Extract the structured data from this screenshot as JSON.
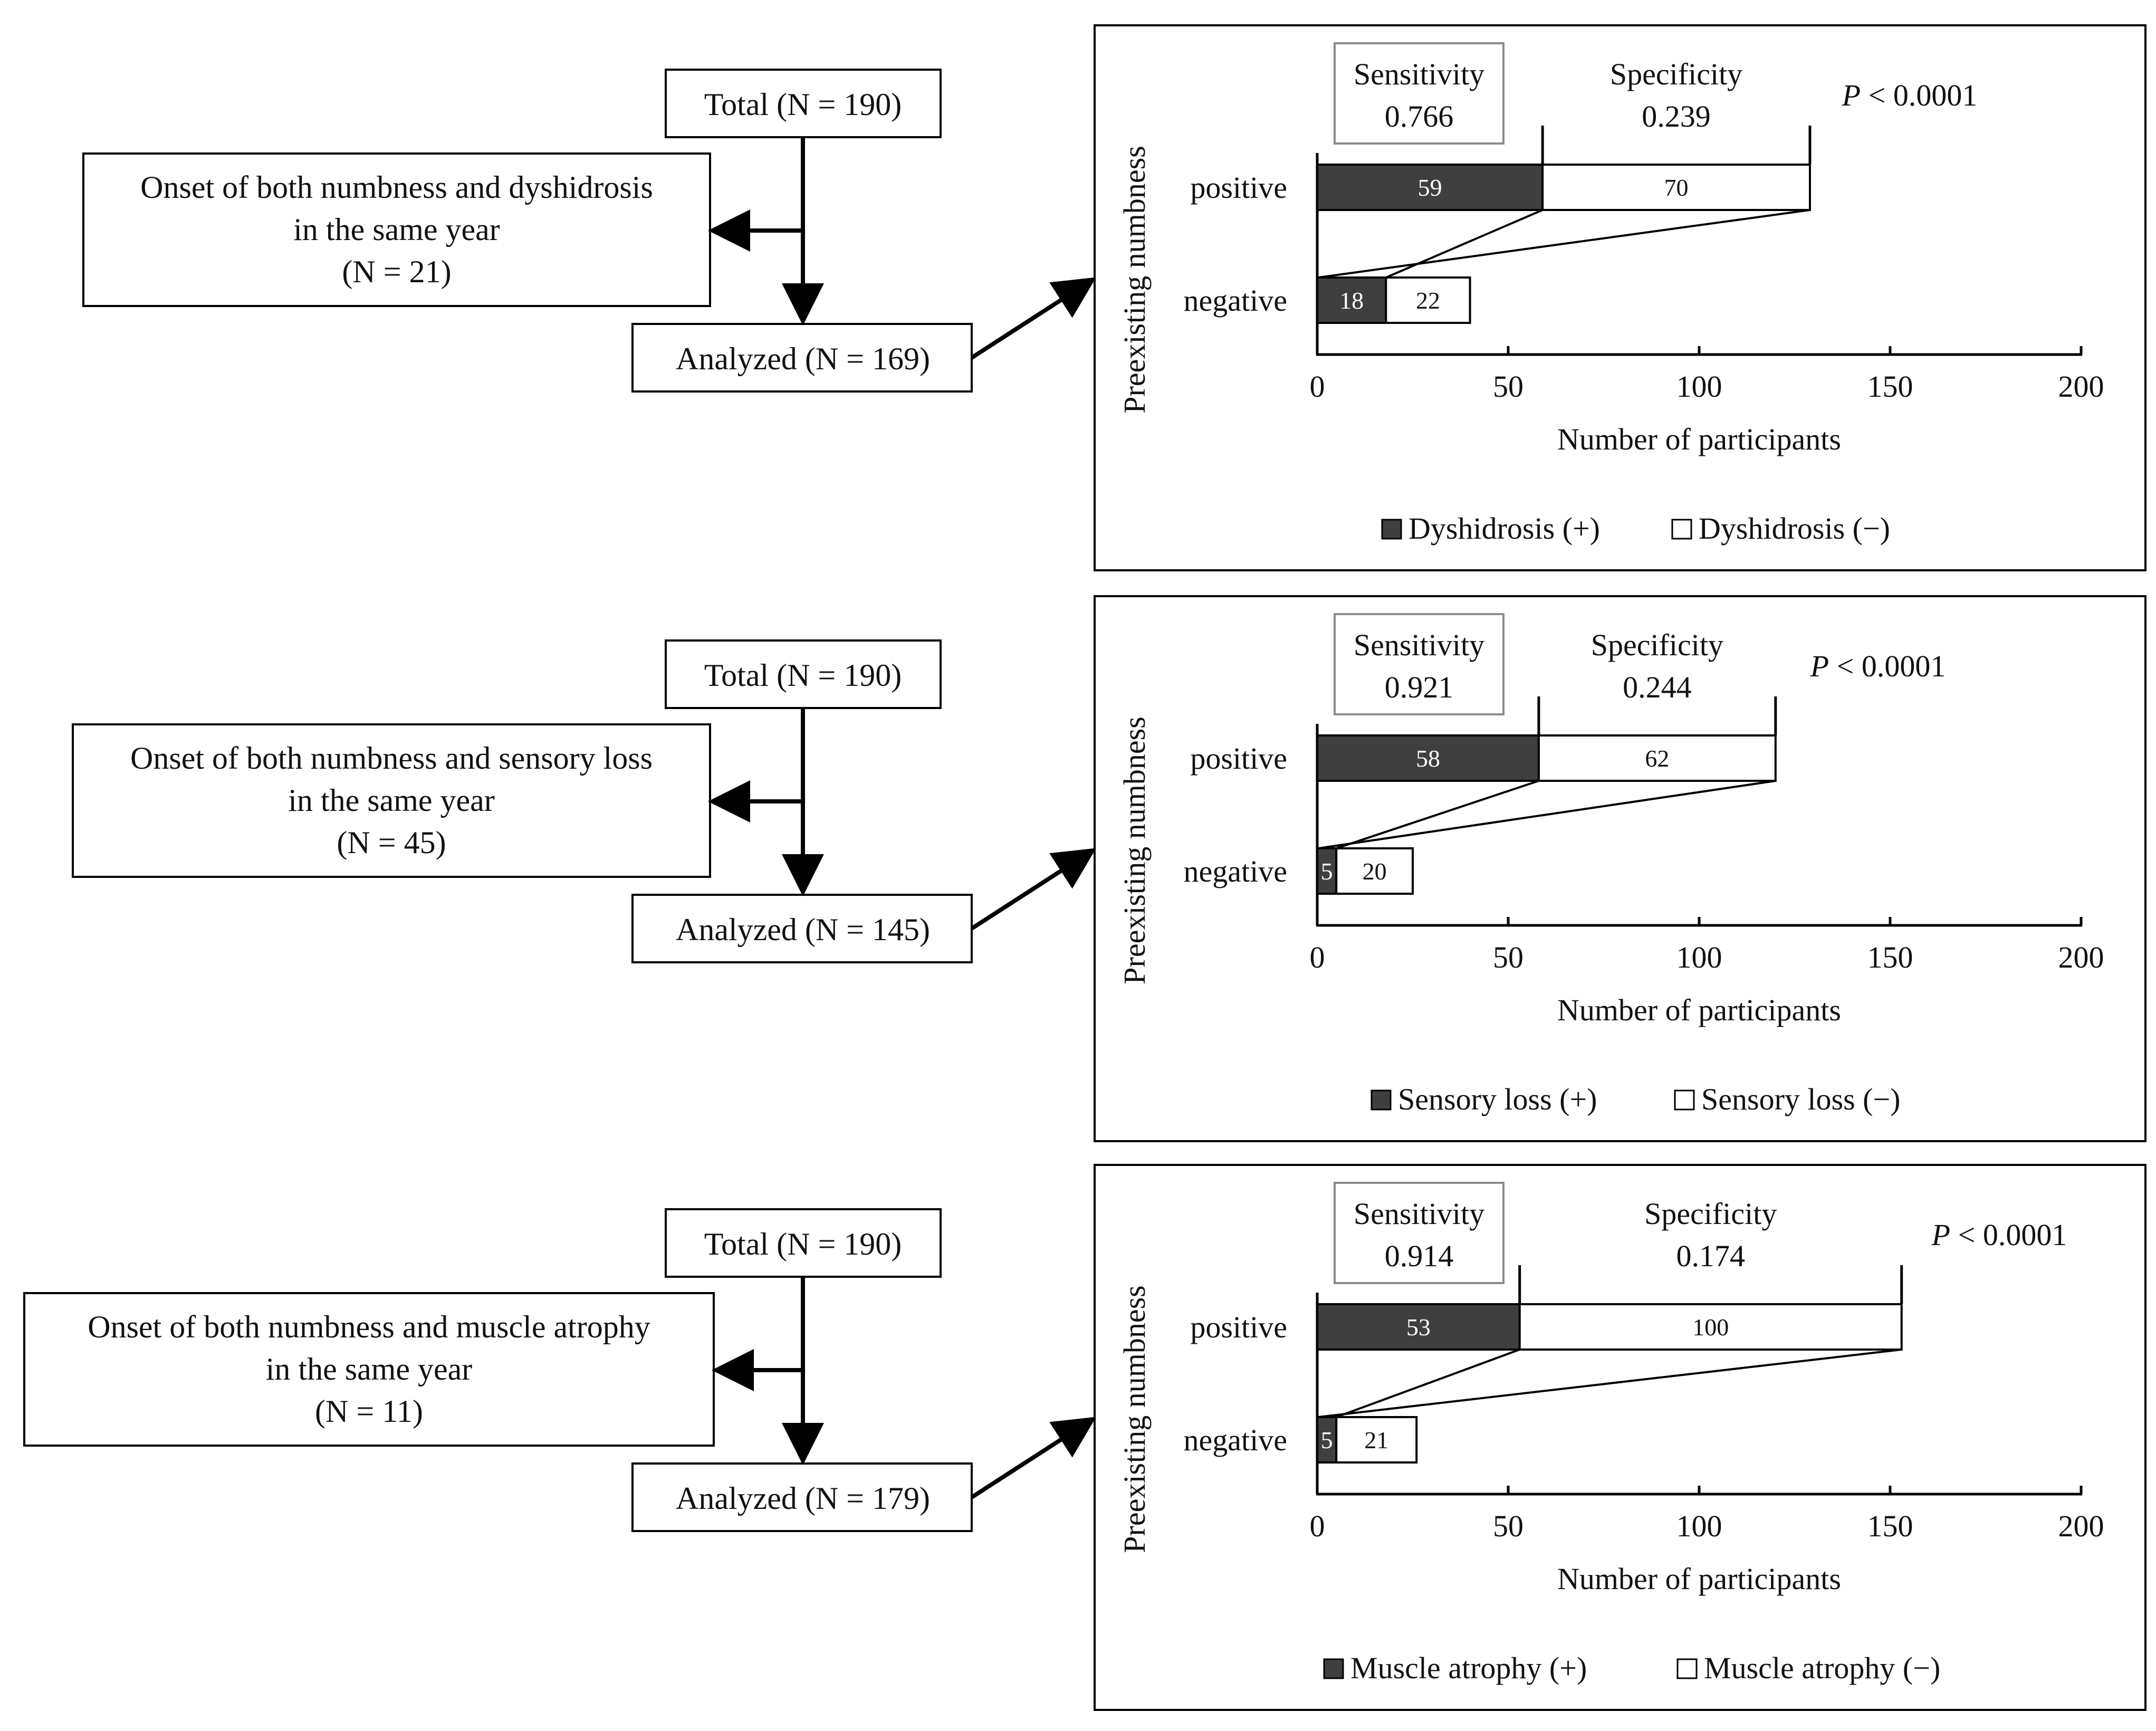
{
  "colors": {
    "positive_fill": "#3f3f3f",
    "negative_fill": "#ffffff",
    "line": "#000000",
    "sens_box_border": "#8c8c8c"
  },
  "panels": [
    {
      "flow": {
        "total": "Total (N = 190)",
        "excluded_lines": [
          "Onset of both numbness and dyshidrosis",
          "in the same year",
          "(N = 21)"
        ],
        "analyzed": "Analyzed (N = 169)"
      },
      "stats": {
        "sensitivity_label": "Sensitivity",
        "sensitivity_value": "0.766",
        "specificity_label": "Specificity",
        "specificity_value": "0.239",
        "p_symbol": "P",
        "p_rest": " < 0.0001"
      }
    },
    {
      "flow": {
        "total": "Total (N = 190)",
        "excluded_lines": [
          "Onset of both numbness and sensory loss",
          "in the same year",
          "(N = 45)"
        ],
        "analyzed": "Analyzed (N = 145)"
      },
      "stats": {
        "sensitivity_label": "Sensitivity",
        "sensitivity_value": "0.921",
        "specificity_label": "Specificity",
        "specificity_value": "0.244",
        "p_symbol": "P",
        "p_rest": " < 0.0001"
      }
    },
    {
      "flow": {
        "total": "Total (N = 190)",
        "excluded_lines": [
          "Onset of both numbness and muscle atrophy",
          "in the same year",
          "(N = 11)"
        ],
        "analyzed": "Analyzed (N = 179)"
      },
      "stats": {
        "sensitivity_label": "Sensitivity",
        "sensitivity_value": "0.914",
        "specificity_label": "Specificity",
        "specificity_value": "0.174",
        "p_symbol": "P",
        "p_rest": " < 0.0001"
      }
    }
  ],
  "chart_data": [
    {
      "type": "bar",
      "orientation": "horizontal",
      "stacked": true,
      "categories": [
        "positive",
        "negative"
      ],
      "series": [
        {
          "name": "Dyshidrosis (+)",
          "values": [
            59,
            18
          ]
        },
        {
          "name": "Dyshidrosis (−)",
          "values": [
            70,
            22
          ]
        }
      ],
      "xlabel": "Number of participants",
      "ylabel": "Preexisting numbness",
      "xlim": [
        0,
        200
      ],
      "xticks": [
        0,
        50,
        100,
        150,
        200
      ],
      "legend": "bottom",
      "grid": false
    },
    {
      "type": "bar",
      "orientation": "horizontal",
      "stacked": true,
      "categories": [
        "positive",
        "negative"
      ],
      "series": [
        {
          "name": "Sensory loss (+)",
          "values": [
            58,
            5
          ]
        },
        {
          "name": "Sensory loss (−)",
          "values": [
            62,
            20
          ]
        }
      ],
      "xlabel": "Number of participants",
      "ylabel": "Preexisting numbness",
      "xlim": [
        0,
        200
      ],
      "xticks": [
        0,
        50,
        100,
        150,
        200
      ],
      "legend": "bottom",
      "grid": false
    },
    {
      "type": "bar",
      "orientation": "horizontal",
      "stacked": true,
      "categories": [
        "positive",
        "negative"
      ],
      "series": [
        {
          "name": "Muscle atrophy (+)",
          "values": [
            53,
            5
          ]
        },
        {
          "name": "Muscle atrophy (−)",
          "values": [
            100,
            21
          ]
        }
      ],
      "xlabel": "Number of participants",
      "ylabel": "Preexisting numbness",
      "xlim": [
        0,
        200
      ],
      "xticks": [
        0,
        50,
        100,
        150,
        200
      ],
      "legend": "bottom",
      "grid": false
    }
  ]
}
